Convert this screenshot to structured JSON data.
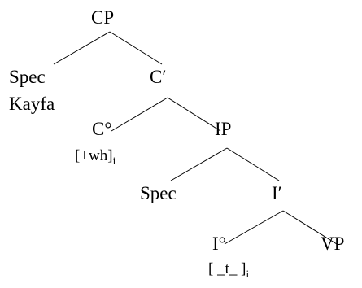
{
  "tree": {
    "nodes": {
      "cp": "CP",
      "spec_cp": "Spec",
      "kayfa": "Kayfa",
      "c_bar": "C′",
      "c_head": "C°",
      "ip": "IP",
      "spec_ip": "Spec",
      "i_bar": "I′",
      "i_head": "I°",
      "vp": "VP"
    },
    "features": {
      "c_feature": "[+wh]",
      "c_index": "i",
      "i_feature": "[ _t_ ]",
      "i_index": "i"
    }
  }
}
